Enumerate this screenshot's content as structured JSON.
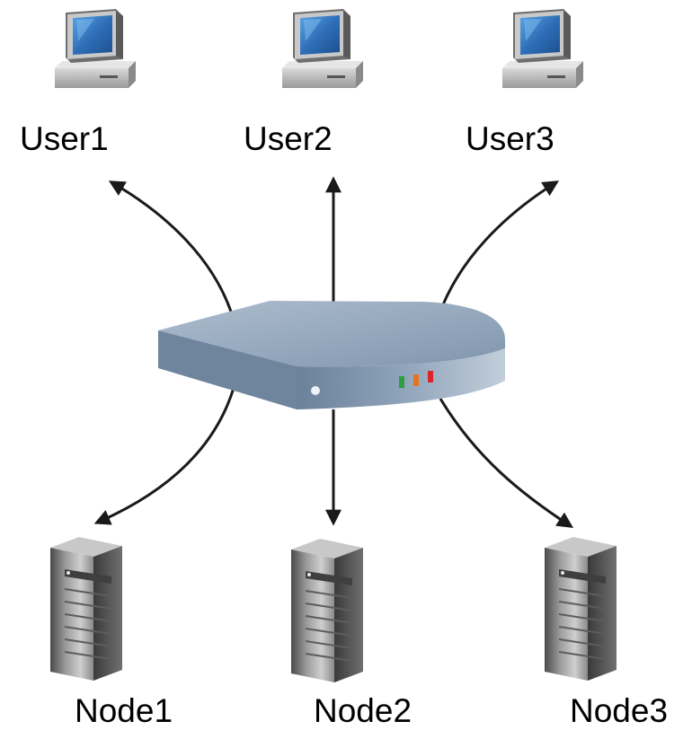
{
  "users": [
    {
      "label": "User1",
      "icon": "desktop-computer-icon"
    },
    {
      "label": "User2",
      "icon": "desktop-computer-icon"
    },
    {
      "label": "User3",
      "icon": "desktop-computer-icon"
    }
  ],
  "nodes": [
    {
      "label": "Node1",
      "icon": "server-tower-icon"
    },
    {
      "label": "Node2",
      "icon": "server-tower-icon"
    },
    {
      "label": "Node3",
      "icon": "server-tower-icon"
    }
  ],
  "hub": {
    "icon": "network-switch-icon",
    "leds": [
      "#2e9e3e",
      "#e8731f",
      "#d9262b"
    ]
  },
  "colors": {
    "arrow": "#1a1a1a",
    "screen": "#2f6fb8",
    "device_body": "#7f97b0"
  }
}
